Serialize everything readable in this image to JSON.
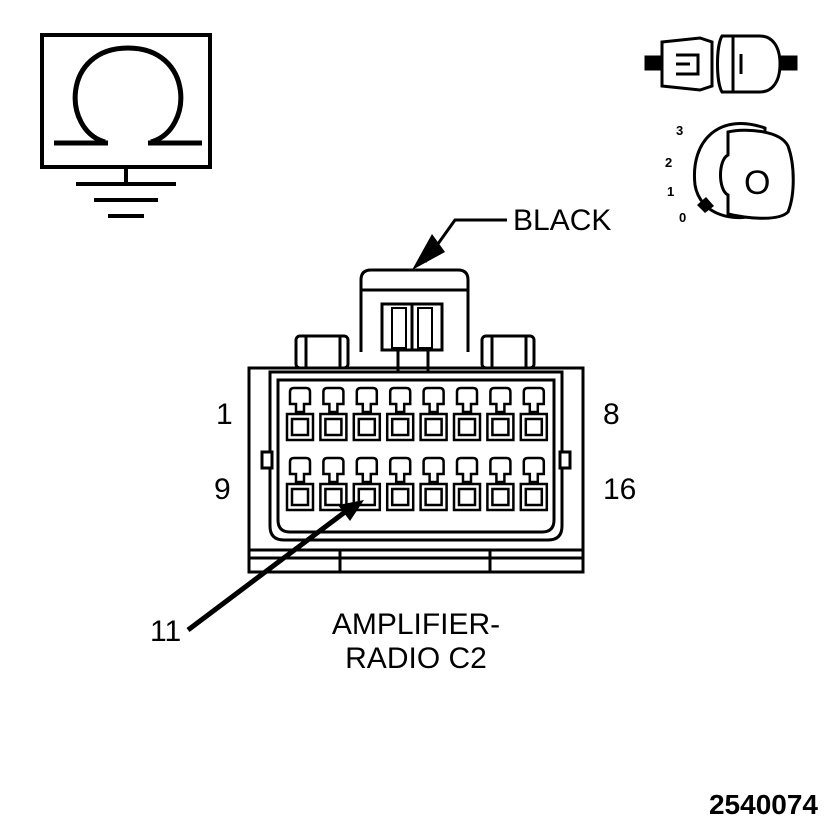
{
  "color_label": "BLACK",
  "pins": {
    "top_left": "1",
    "top_right": "8",
    "bottom_left": "9",
    "bottom_right": "16",
    "callout": "11"
  },
  "connector_title": [
    "AMPLIFIER-",
    "RADIO C2"
  ],
  "ignition_positions": [
    "3",
    "2",
    "1",
    "0"
  ],
  "key_letter": "O",
  "figure_number": "2540074",
  "icons": [
    "ohmmeter-ground-icon",
    "connector-disconnected-icon",
    "ignition-key-off-icon"
  ]
}
